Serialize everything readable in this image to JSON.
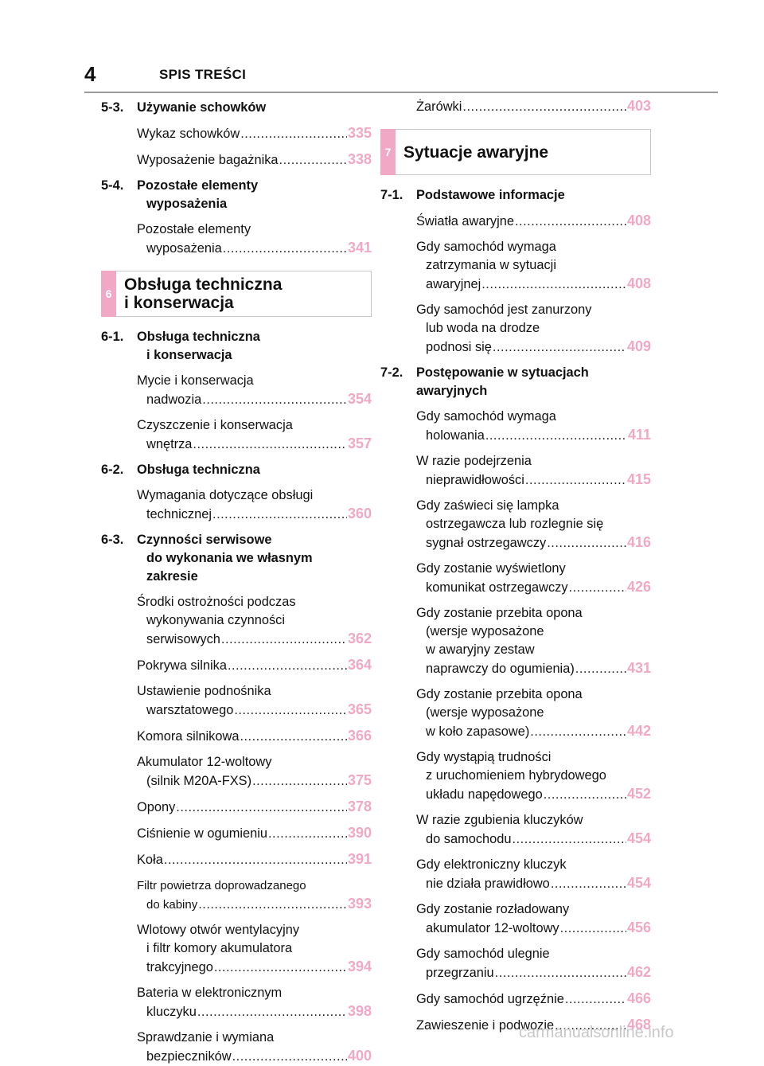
{
  "header": {
    "page_number": "4",
    "title": "SPIS TREŚCI"
  },
  "left_column": {
    "section_5_3": {
      "num": "5-3.",
      "title": "Używanie schowków"
    },
    "e_535": {
      "text": "Wykaz schowków",
      "page": "335"
    },
    "e_538": {
      "text": "Wyposażenie bagażnika",
      "page": "338"
    },
    "section_5_4": {
      "num": "5-4.",
      "title_1": "Pozostałe elementy",
      "title_2": "wyposażenia"
    },
    "e_541": {
      "text_1": "Pozostałe elementy",
      "text_2": "wyposażenia",
      "page": "341"
    },
    "chapter_6": {
      "num": "6",
      "title_1": "Obsługa techniczna",
      "title_2": "i konserwacja"
    },
    "section_6_1": {
      "num": "6-1.",
      "title_1": "Obsługa techniczna",
      "title_2": "i konserwacja"
    },
    "e_354": {
      "text_1": "Mycie i konserwacja",
      "text_2": "nadwozia",
      "page": "354"
    },
    "e_357": {
      "text_1": "Czyszczenie i konserwacja",
      "text_2": "wnętrza",
      "page": "357"
    },
    "section_6_2": {
      "num": "6-2.",
      "title": "Obsługa techniczna"
    },
    "e_360": {
      "text_1": "Wymagania dotyczące obsługi",
      "text_2": "technicznej",
      "page": "360"
    },
    "section_6_3": {
      "num": "6-3.",
      "title_1": "Czynności serwisowe",
      "title_2": "do wykonania we własnym",
      "title_3": "zakresie"
    },
    "e_362": {
      "text_1": "Środki ostrożności podczas",
      "text_2": "wykonywania czynności",
      "text_3": "serwisowych",
      "page": "362"
    },
    "e_364": {
      "text": "Pokrywa silnika",
      "page": "364"
    },
    "e_365": {
      "text_1": "Ustawienie podnośnika",
      "text_2": "warsztatowego",
      "page": "365"
    },
    "e_366": {
      "text": "Komora silnikowa",
      "page": "366"
    },
    "e_375": {
      "text_1": "Akumulator 12-woltowy",
      "text_2": "(silnik M20A-FXS)",
      "page": "375"
    },
    "e_378": {
      "text": "Opony",
      "page": "378"
    },
    "e_390": {
      "text": "Ciśnienie w ogumieniu",
      "page": "390"
    },
    "e_391": {
      "text": "Koła",
      "page": "391"
    },
    "e_393": {
      "text_1": "Filtr powietrza doprowadzanego",
      "text_2": "do kabiny",
      "page": "393"
    },
    "e_394": {
      "text_1": "Wlotowy otwór wentylacyjny",
      "text_2": "i filtr komory akumulatora",
      "text_3": "trakcyjnego",
      "page": "394"
    },
    "e_398": {
      "text_1": "Bateria w elektronicznym",
      "text_2": "kluczyku",
      "page": "398"
    },
    "e_400": {
      "text_1": "Sprawdzanie i wymiana",
      "text_2": "bezpieczników",
      "page": "400"
    }
  },
  "right_column": {
    "e_403": {
      "text": "Żarówki",
      "page": "403"
    },
    "chapter_7": {
      "num": "7",
      "title": "Sytuacje awaryjne"
    },
    "section_7_1": {
      "num": "7-1.",
      "title": "Podstawowe informacje"
    },
    "e_408a": {
      "text": "Światła awaryjne",
      "page": "408"
    },
    "e_408b": {
      "text_1": "Gdy samochód wymaga",
      "text_2": "zatrzymania w sytuacji",
      "text_3": "awaryjnej",
      "page": "408"
    },
    "e_409": {
      "text_1": "Gdy samochód jest zanurzony",
      "text_2": "lub woda na drodze",
      "text_3": "podnosi się",
      "page": "409"
    },
    "section_7_2": {
      "num": "7-2.",
      "title_1": "Postępowanie w sytuacjach",
      "title_2": "awaryjnych"
    },
    "e_411": {
      "text_1": "Gdy samochód wymaga",
      "text_2": "holowania",
      "page": "411"
    },
    "e_415": {
      "text_1": "W razie podejrzenia",
      "text_2": "nieprawidłowości",
      "page": "415"
    },
    "e_416": {
      "text_1": "Gdy zaświeci się lampka",
      "text_2": "ostrzegawcza lub rozlegnie się",
      "text_3": "sygnał ostrzegawczy",
      "page": "416"
    },
    "e_426": {
      "text_1": "Gdy zostanie wyświetlony",
      "text_2": "komunikat ostrzegawczy",
      "page": "426"
    },
    "e_431": {
      "text_1": "Gdy zostanie przebita opona",
      "text_2": "(wersje wyposażone",
      "text_3": "w awaryjny zestaw",
      "text_4": "naprawczy do ogumienia)",
      "page": "431"
    },
    "e_442": {
      "text_1": "Gdy zostanie przebita opona",
      "text_2": "(wersje wyposażone",
      "text_3": "w koło zapasowe)",
      "page": "442"
    },
    "e_452": {
      "text_1": "Gdy wystąpią trudności",
      "text_2": "z uruchomieniem hybrydowego",
      "text_3": "układu napędowego",
      "page": "452"
    },
    "e_454a": {
      "text_1": "W razie zgubienia kluczyków",
      "text_2": "do samochodu",
      "page": "454"
    },
    "e_454b": {
      "text_1": "Gdy elektroniczny kluczyk",
      "text_2": "nie działa prawidłowo",
      "page": "454"
    },
    "e_456": {
      "text_1": "Gdy zostanie rozładowany",
      "text_2": "akumulator 12-woltowy",
      "page": "456"
    },
    "e_462": {
      "text_1": "Gdy samochód ulegnie",
      "text_2": "przegrzaniu",
      "page": "462"
    },
    "e_466": {
      "text": "Gdy samochód ugrzęźnie",
      "page": "466"
    },
    "e_468": {
      "text": "Zawieszenie i podwozie",
      "page": "468"
    }
  },
  "footer": {
    "watermark": "carmanualsonline.info"
  },
  "colors": {
    "accent": "#f0a8c4",
    "rule": "#9a9a9a"
  }
}
